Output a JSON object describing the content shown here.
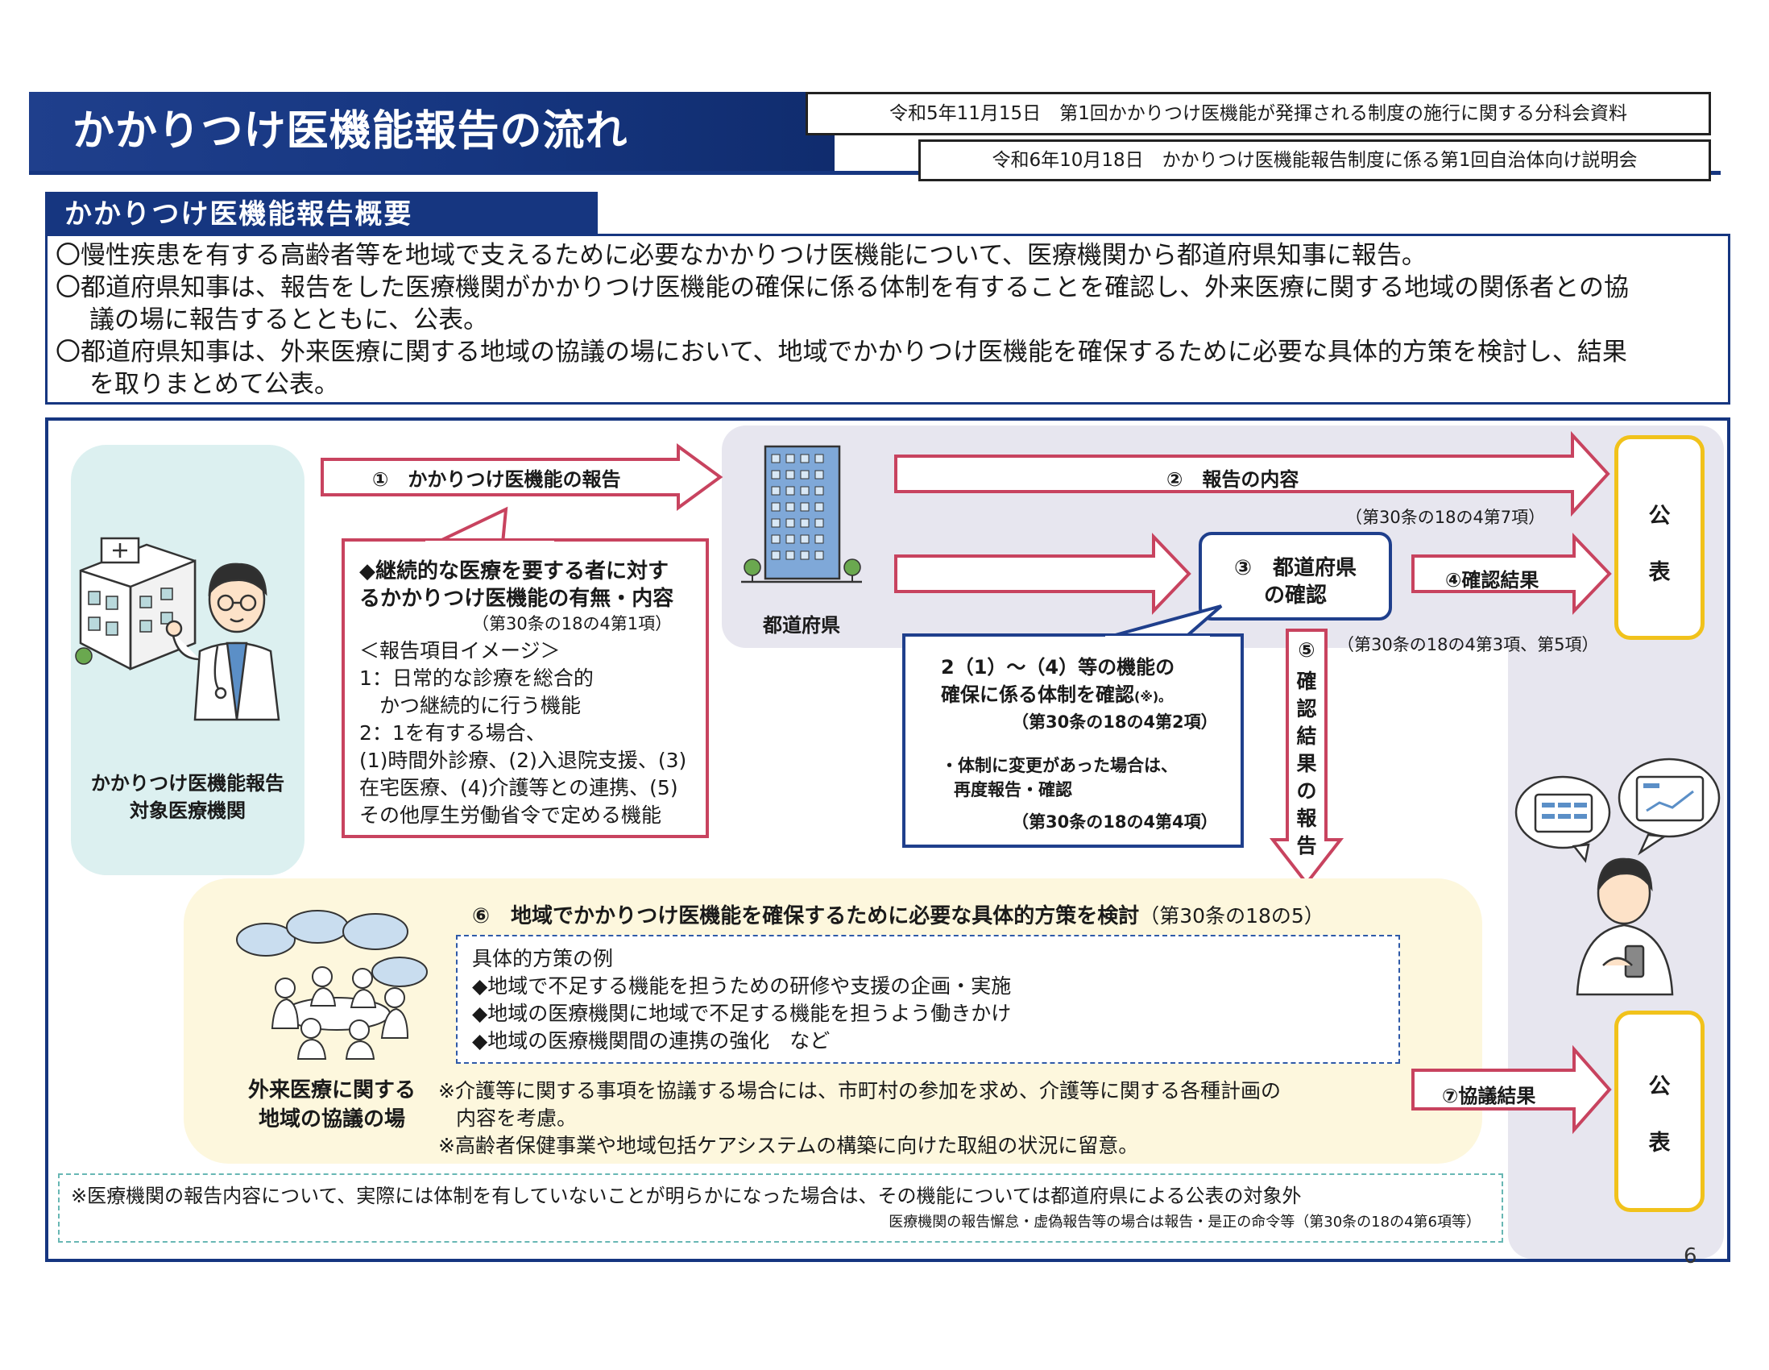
{
  "header": {
    "title": "かかりつけ医機能報告の流れ",
    "meta_line_1": "令和5年11月15日　第1回かかりつけ医機能が発揮される制度の施行に関する分科会資料",
    "meta_line_2": "令和6年10月18日　かかりつけ医機能報告制度に係る第1回自治体向け説明会"
  },
  "section": {
    "title": "かかりつけ医機能報告概要"
  },
  "summary": {
    "line1": "〇慢性疾患を有する高齢者等を地域で支えるために必要なかかりつけ医機能について、医療機関から都道府県知事に報告。",
    "line2": "〇都道府県知事は、報告をした医療機関がかかりつけ医機能の確保に係る体制を有することを確認し、外来医療に関する地域の関係者との協",
    "line3": "議の場に報告するとともに、公表。",
    "line4": "〇都道府県知事は、外来医療に関する地域の協議の場において、地域でかかりつけ医機能を確保するために必要な具体的方策を検討し、結果",
    "line5": "を取りまとめて公表。"
  },
  "flow": {
    "institution_label_1": "かかりつけ医機能報告",
    "institution_label_2": "対象医療機関",
    "arrow1_label": "①　かかりつけ医機能の報告",
    "report_items": {
      "heading_1": "◆継続的な医療を要する者に対す",
      "heading_2": "るかかりつけ医機能の有無・内容",
      "ref": "（第30条の18の4第1項）",
      "image_title": "＜報告項目イメージ＞",
      "item1_a": "1：日常的な診療を総合的",
      "item1_b": "　かつ継続的に行う機能",
      "item2_a": "2：1を有する場合、",
      "item2_b": "(1)時間外診療、(2)入退院支援、(3)",
      "item2_c": "在宅医療、(4)介護等との連携、(5)",
      "item2_d": "その他厚生労働省令で定める機能"
    },
    "prefecture_label": "都道府県",
    "arrow2_label": "②　報告の内容",
    "arrow2_ref": "（第30条の18の4第7項）",
    "confirm_label_1": "③　都道府県",
    "confirm_label_2": "の確認",
    "arrow4_label": "④確認結果",
    "arrow4_ref": "（第30条の18の4第3項、第5項）",
    "confirm_detail": {
      "line1": "2（1）～（4）等の機能の",
      "line2": "確保に係る体制を確認",
      "line2_note": "(※)。",
      "ref1": "（第30条の18の4第2項）",
      "line3": "・体制に変更があった場合は、",
      "line4": "再度報告・確認",
      "ref2": "（第30条の18の4第4項）"
    },
    "arrow5_chars": [
      "⑤",
      "確",
      "認",
      "結",
      "果",
      "の",
      "報",
      "告"
    ],
    "publish_chars": [
      "公",
      "表"
    ],
    "publish2_chars": [
      "公",
      "表"
    ]
  },
  "council": {
    "heading": "⑥　地域でかかりつけ医機能を確保するために必要な具体的方策を検討",
    "heading_ref": "（第30条の18の5）",
    "examples_title": "具体的方策の例",
    "example1": "◆地域で不足する機能を担うための研修や支援の企画・実施",
    "example2": "◆地域の医療機関に地域で不足する機能を担うよう働きかけ",
    "example3": "◆地域の医療機関間の連携の強化　など",
    "label_1": "外来医療に関する",
    "label_2": "地域の協議の場",
    "note1_a": "※介護等に関する事項を協議する場合には、市町村の参加を求め、介護等に関する各種計画の",
    "note1_b": "内容を考慮。",
    "note2": "※高齢者保健事業や地域包括ケアシステムの構築に向けた取組の状況に留意。",
    "arrow7_label": "⑦協議結果"
  },
  "footnote": {
    "line1": "※医療機関の報告内容について、実際には体制を有していないことが明らかになった場合は、その機能については都道府県による公表の対象外",
    "line2": "医療機関の報告懈怠・虚偽報告等の場合は報告・是正の命令等（第30条の18の4第6項等）"
  },
  "page_number": "6",
  "colors": {
    "navy": "#163680",
    "pink": "#c8435f",
    "gold": "#f1c21b",
    "gray_area": "#e7e6ef",
    "teal_card": "#dcf0f0",
    "yellow_area": "#fdf7dd"
  }
}
